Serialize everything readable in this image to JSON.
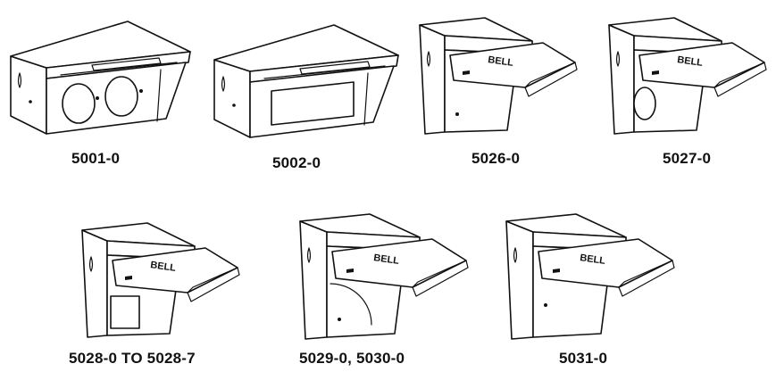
{
  "products": [
    {
      "model": "5001-0",
      "brand": ""
    },
    {
      "model": "5002-0",
      "brand": ""
    },
    {
      "model": "5026-0",
      "brand": "BELL"
    },
    {
      "model": "5027-0",
      "brand": "BELL"
    },
    {
      "model": "5028-0 TO 5028-7",
      "brand": "BELL"
    },
    {
      "model": "5029-0, 5030-0",
      "brand": "BELL"
    },
    {
      "model": "5031-0",
      "brand": "BELL"
    }
  ]
}
